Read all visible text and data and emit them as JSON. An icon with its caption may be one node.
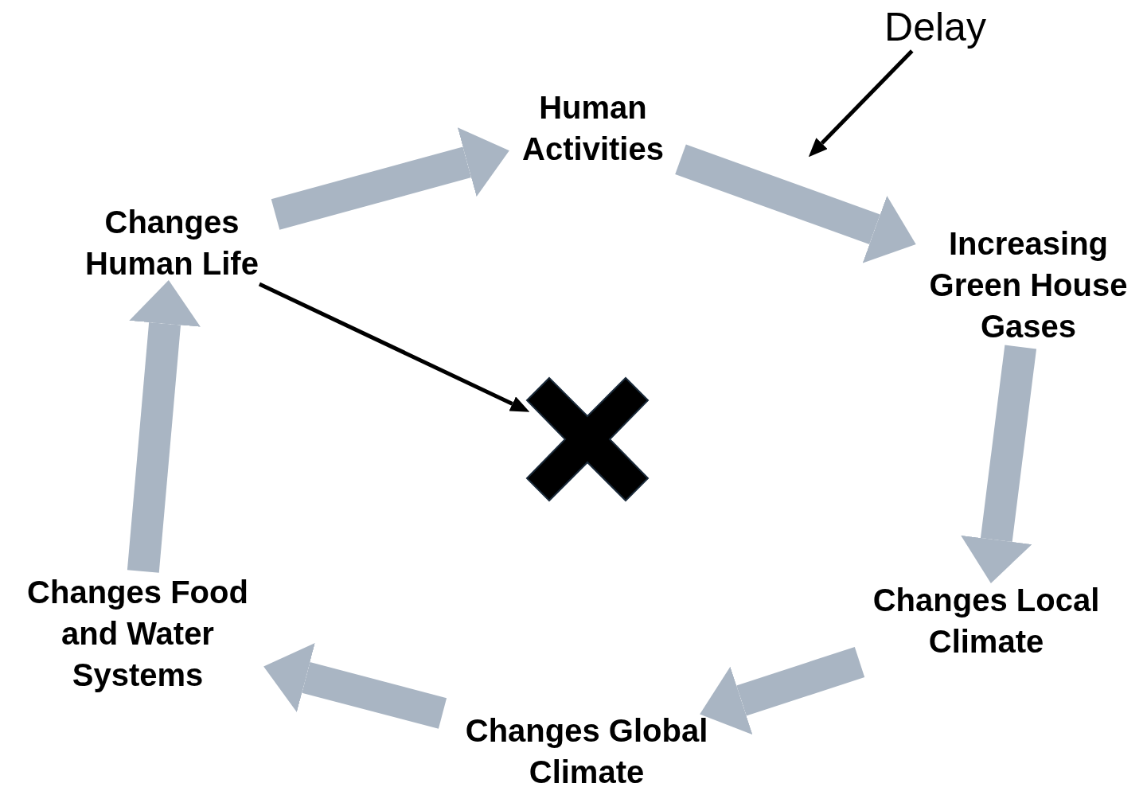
{
  "diagram": {
    "nodes": [
      {
        "text": [
          "Human Activities"
        ]
      },
      {
        "text": [
          "Increasing Green House Gases"
        ]
      },
      {
        "text": [
          "Changes Local Climate"
        ]
      },
      {
        "text": [
          "Changes Global Climate"
        ]
      },
      {
        "text": [
          "Changes Food and Water Systems"
        ]
      },
      {
        "text": [
          "Changes Human Life"
        ]
      },
      {
        "text": [
          "Delay"
        ]
      },
      {
        "text": [],
        "shape": "cross"
      }
    ],
    "edges": [
      {
        "from": 0,
        "to": 1,
        "arrow": "to"
      },
      {
        "from": 1,
        "to": 2,
        "arrow": "to"
      },
      {
        "from": 2,
        "to": 3,
        "arrow": "to"
      },
      {
        "from": 3,
        "to": 4,
        "arrow": "to"
      },
      {
        "from": 4,
        "to": 5,
        "arrow": "to"
      },
      {
        "from": 5,
        "to": 0,
        "arrow": "to"
      },
      {
        "from": 6,
        "to": null,
        "arrow": "to",
        "color": "#000000"
      },
      {
        "from": 5,
        "to": 7,
        "arrow": "to",
        "color": "#000000"
      }
    ]
  }
}
